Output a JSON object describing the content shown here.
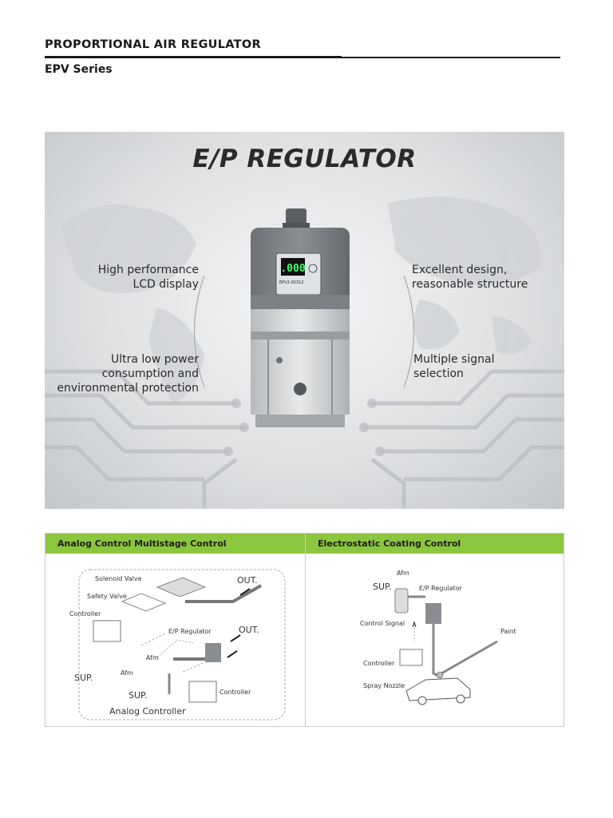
{
  "header": {
    "title": "PROPORTIONAL AIR REGULATOR",
    "subtitle": "EPV Series"
  },
  "hero": {
    "title": "E/P REGULATOR",
    "features": {
      "top_left": "High performance\nLCD display",
      "bottom_left": "Ultra low power\nconsumption and\nenvironmental protection",
      "top_right": "Excellent design,\nreasonable structure",
      "bottom_right": "Multiple signal\nselection"
    },
    "device": {
      "display_value": ".000",
      "model": "EPV2-00312"
    }
  },
  "panels": {
    "analog": {
      "heading": "Analog Control Multistage Control",
      "labels": {
        "solenoid_valve": "Solenoid Valve",
        "safety_valve": "Safety Valve",
        "controller_top": "Controller",
        "ep_regulator": "E/P Regulator",
        "out_top": "OUT.",
        "out_mid": "OUT.",
        "afm_mid": "Afm",
        "afm_low": "Afm",
        "sup_left": "SUP.",
        "sup_bottom": "SUP.",
        "controller_bottom": "Controller",
        "analog_controller": "Analog Controller"
      }
    },
    "electrostatic": {
      "heading": "Electrostatic Coating Control",
      "labels": {
        "afm": "Afm",
        "sup": "SUP.",
        "ep_regulator": "E/P Regulator",
        "control_signal": "Control Signal",
        "paint": "Paint",
        "controller": "Controller",
        "spray_nozzle": "Spray Nozzle"
      }
    }
  },
  "colors": {
    "accent_green": "#8cc63f",
    "text_dark": "#1a1a1a",
    "lcd_green": "#3cff6a"
  }
}
